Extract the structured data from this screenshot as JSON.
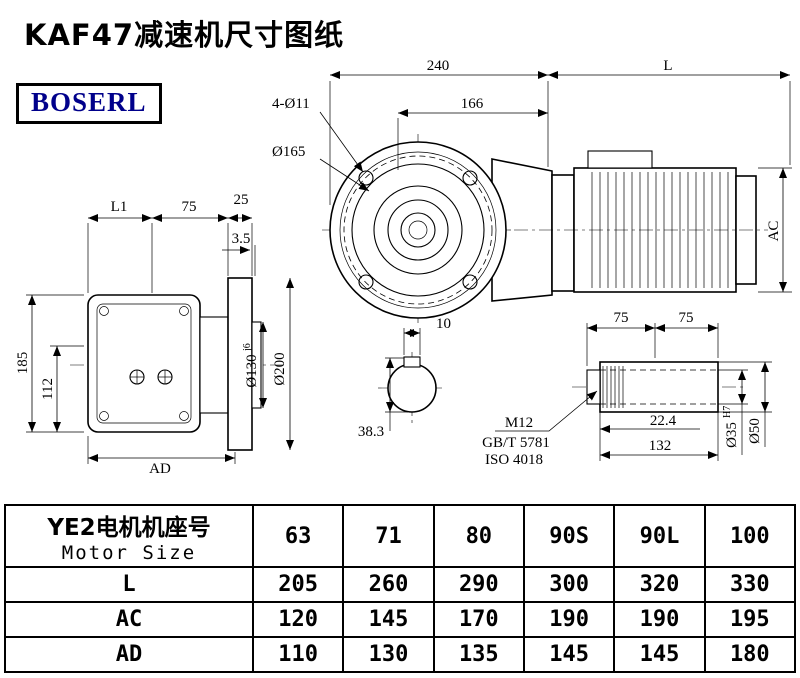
{
  "header": {
    "title": "KAF47减速机尺寸图纸",
    "logo": "BOSERL"
  },
  "dims": {
    "front": {
      "w240": "240",
      "L": "L",
      "bolt": "4-Ø11",
      "w166": "166",
      "d165": "Ø165",
      "AC": "AC"
    },
    "side": {
      "L1": "L1",
      "w75": "75",
      "w25": "25",
      "w35": "3.5",
      "h185": "185",
      "h112": "112",
      "d130": "Ø130",
      "d130t": "j6",
      "d200": "Ø200",
      "AD": "AD"
    },
    "shaft_end": {
      "w10": "10",
      "h383": "38.3"
    },
    "shaft": {
      "w75a": "75",
      "w75b": "75",
      "m12": "M12",
      "gb": "GB/T 5781",
      "iso": "ISO 4018",
      "l224": "22.4",
      "l132": "132",
      "d35": "Ø35",
      "d35t": "H7",
      "d50": "Ø50"
    }
  },
  "table": {
    "motor_label_cn": "YE2电机机座号",
    "motor_label_en": "Motor Size",
    "sizes": [
      "63",
      "71",
      "80",
      "90S",
      "90L",
      "100"
    ],
    "rows": [
      {
        "label": "L",
        "values": [
          "205",
          "260",
          "290",
          "300",
          "320",
          "330"
        ]
      },
      {
        "label": "AC",
        "values": [
          "120",
          "145",
          "170",
          "190",
          "190",
          "195"
        ]
      },
      {
        "label": "AD",
        "values": [
          "110",
          "130",
          "135",
          "145",
          "145",
          "180"
        ]
      }
    ]
  },
  "colors": {
    "logo_text": "#00008B",
    "line": "#000000"
  }
}
